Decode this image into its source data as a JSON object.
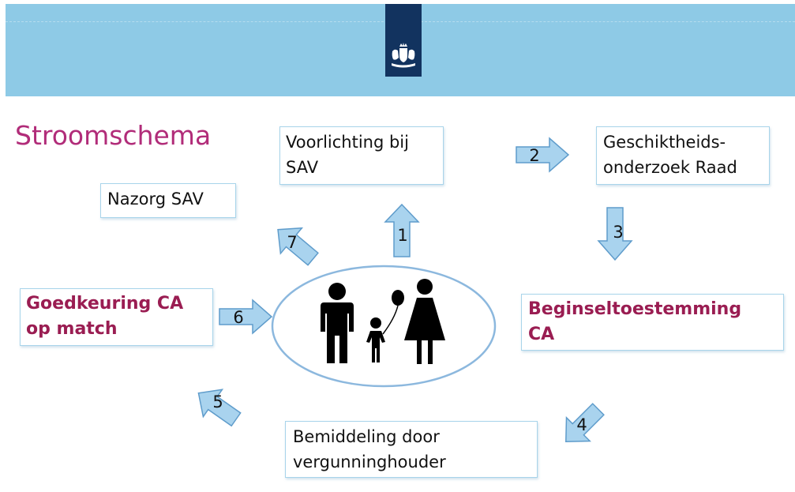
{
  "title": "Stroomschema",
  "boxes": {
    "voorlichting": [
      "Voorlichting bij",
      "SAV"
    ],
    "geschiktheid": [
      "Geschiktheids-",
      "onderzoek Raad"
    ],
    "nazorg": [
      "Nazorg SAV"
    ],
    "beginsel": [
      "Beginseltoestemming",
      "CA"
    ],
    "goedkeuring": [
      "Goedkeuring CA",
      "op match"
    ],
    "bemiddeling": [
      "Bemiddeling door",
      "vergunninghouder"
    ]
  },
  "arrows": [
    "1",
    "2",
    "3",
    "4",
    "5",
    "6",
    "7"
  ],
  "colors": {
    "header": "#8ecae6",
    "logo_bar": "#12335f",
    "title": "#b12c79",
    "highlight_text": "#9a1d52",
    "arrow_fill": "#a9d3ee",
    "arrow_stroke": "#5f9ccb",
    "ellipse_stroke": "#8cb8de"
  },
  "icons": {
    "logo": "rijksoverheid-coat-of-arms-icon",
    "center": "family-with-balloon-icon"
  }
}
